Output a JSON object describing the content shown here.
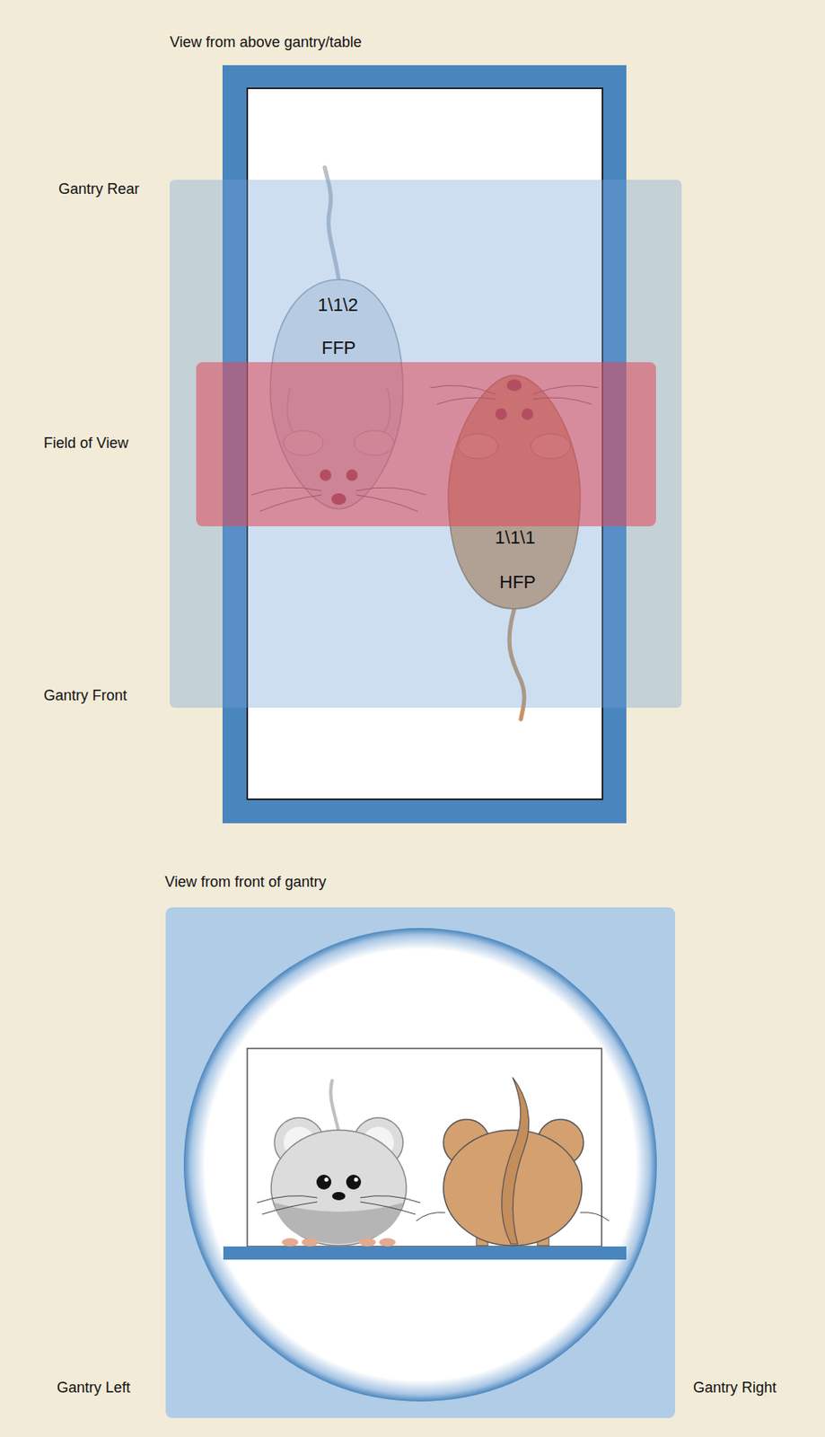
{
  "diagram": {
    "labels": [
      "View from above gantry/table",
      "Gantry Rear",
      "1\\1\\2",
      "FFP",
      "Field of View",
      "1\\1\\1",
      "HFP",
      "Gantry Front",
      "View from front of gantry",
      "Gantry Left",
      "Gantry Right"
    ]
  }
}
